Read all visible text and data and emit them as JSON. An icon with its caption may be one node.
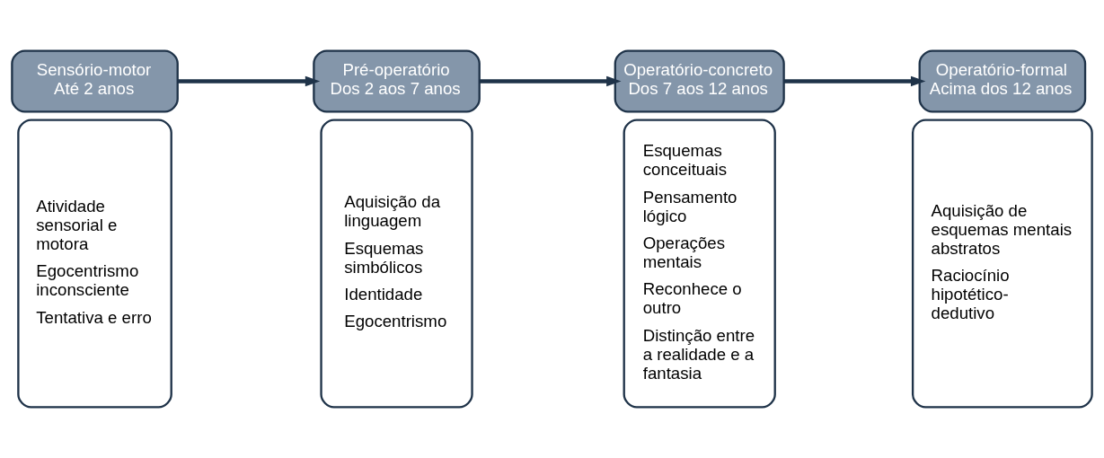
{
  "diagram": {
    "nodes": [
      {
        "text": [
          "Sensório-motor",
          "Até 2 anos"
        ]
      },
      {
        "text": [
          "Atividade sensorial e motora",
          "Egocentrismo inconsciente",
          "Tentativa e erro"
        ]
      },
      {
        "text": [
          "Pré-operatório",
          "Dos 2 aos 7 anos"
        ]
      },
      {
        "text": [
          "Aquisição da linguagem",
          "Esquemas simbólicos",
          "Identidade",
          "Egocentrismo"
        ]
      },
      {
        "text": [
          "Operatório-concreto",
          "Dos 7 aos 12 anos"
        ]
      },
      {
        "text": [
          "Esquemas conceituais",
          "Pensamento lógico",
          "Operações mentais",
          "Reconhece o outro",
          "Distinção entre a realidade e a fantasia"
        ]
      },
      {
        "text": [
          "Operatório-formal",
          "Acima dos 12 anos"
        ]
      },
      {
        "text": [
          "Aquisição de esquemas mentais abstratos",
          "Raciocínio hipotético-dedutivo"
        ]
      }
    ],
    "edges": [
      {
        "from": 0,
        "to": 2,
        "arrow": "to"
      },
      {
        "from": 2,
        "to": 4,
        "arrow": "to"
      },
      {
        "from": 4,
        "to": 6,
        "arrow": "to"
      }
    ]
  }
}
